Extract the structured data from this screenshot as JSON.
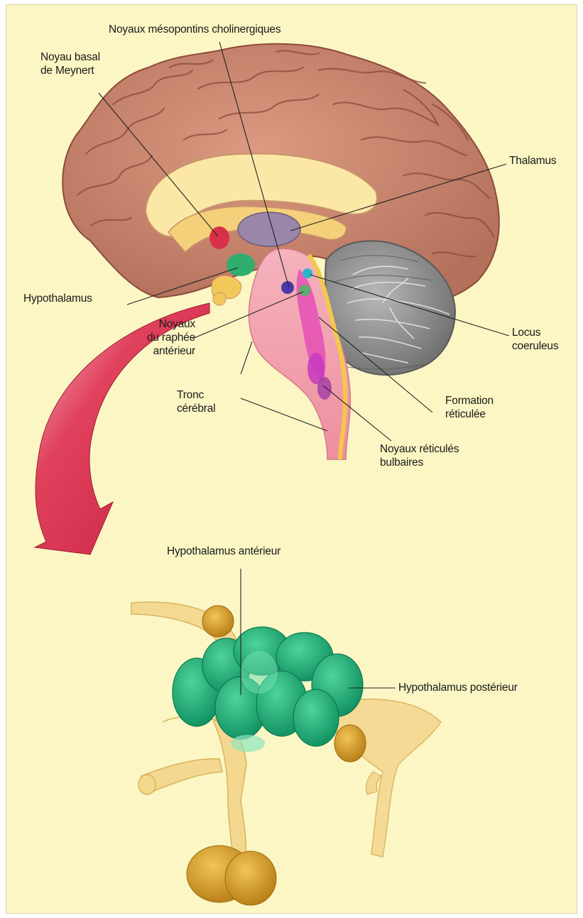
{
  "labels": {
    "noyaux_mesopontins": "Noyaux mésopontins cholinergiques",
    "noyau_basal": [
      "Noyau basal",
      "de Meynert"
    ],
    "thalamus": "Thalamus",
    "hypothalamus": "Hypothalamus",
    "noyaux_raphe": [
      "Noyaux",
      "du raphée",
      "antérieur"
    ],
    "locus_coeruleus": [
      "Locus",
      "coeruleus"
    ],
    "tronc_cerebral": [
      "Tronc",
      "cérébral"
    ],
    "formation_reticulee": [
      "Formation",
      "réticulée"
    ],
    "noyaux_reticules": [
      "Noyaux réticulés",
      "bulbaires"
    ],
    "hypothalamus_anterieur": "Hypothalamus antérieur",
    "hypothalamus_posterieur": "Hypothalamus postérieur"
  },
  "colors": {
    "background": "#fbf6c4",
    "cortex": "#c9866f",
    "cortex_dark": "#8d4a3a",
    "cerebellum": "#9a9a9a",
    "brainstem": "#f2a3b0",
    "corpus_callosum": "#fbe8a6",
    "arrow": "#d8344f",
    "hypothalamus_green": "#1fae7a",
    "pituitary_gold": "#d9a22c"
  }
}
